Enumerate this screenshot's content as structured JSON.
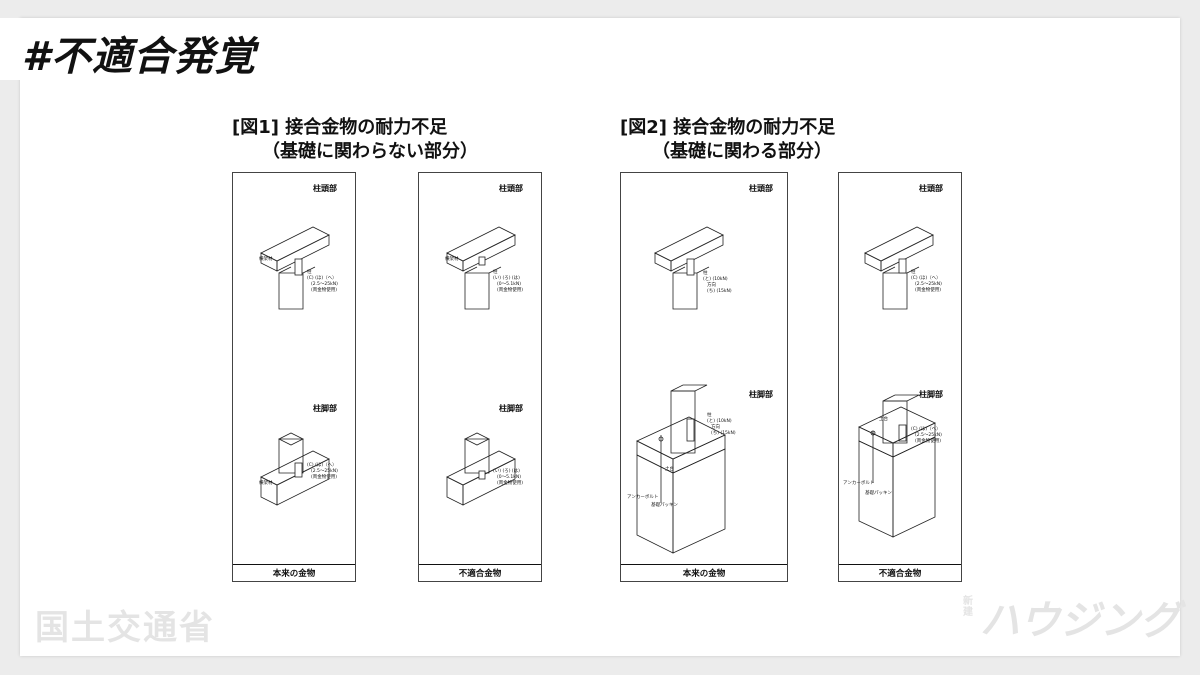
{
  "tag": "#不適合発覚",
  "figures": [
    {
      "title_line1": "[図1] 接合金物の耐力不足",
      "title_line2": "（基礎に関わらない部分）"
    },
    {
      "title_line1": "[図2] 接合金物の耐力不足",
      "title_line2": "（基礎に関わる部分）"
    }
  ],
  "labels": {
    "top": "柱頭部",
    "bottom": "柱脚部",
    "correct": "本来の金物",
    "wrong": "不適合金物",
    "beam": "横架材",
    "column": "柱",
    "foundation": "土台",
    "anchor": "アンカーボルト",
    "packing": "基礎パッキン",
    "spec_a": "(C) (ほ)（へ）",
    "spec_a2": "(2.5～25kN)",
    "spec_a3": "(両金物使用)",
    "spec_b": "(い) (ろ) (は)",
    "spec_b2": "(0～5.1kN)",
    "spec_b3": "(両金物使用)",
    "spec_c": "(と) (10kN)",
    "spec_c2": "方向",
    "spec_c3": "(ち) (15kN)"
  },
  "watermark_left": "国土交通省",
  "watermark_right": "ハウジング",
  "watermark_small": "新建"
}
